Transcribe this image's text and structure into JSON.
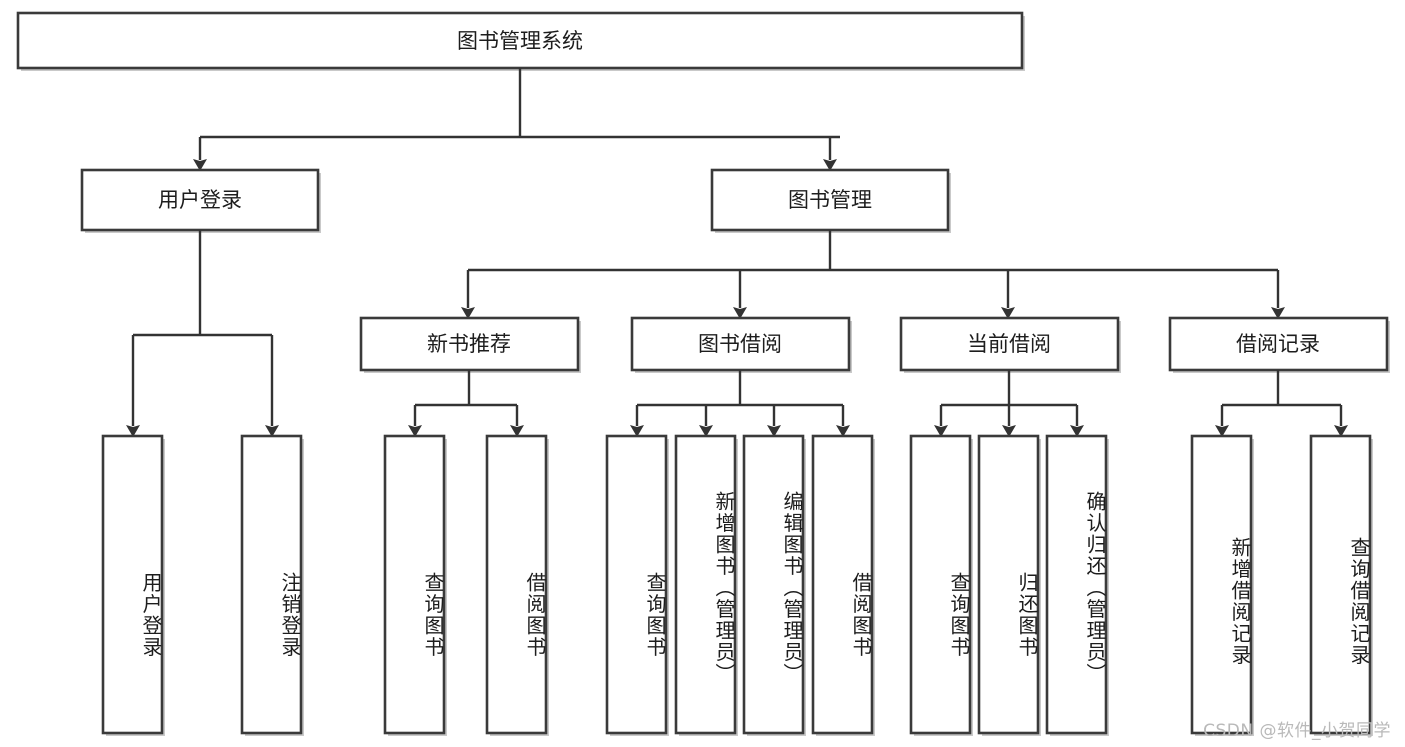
{
  "diagram": {
    "title": "图书管理系统",
    "type": "hierarchy-tree",
    "orientation": "top-down",
    "levels": 4,
    "colors": {
      "box_fill": "#ffffff",
      "box_stroke": "#3a3a3a",
      "connector": "#333333",
      "text": "#1d1d1d",
      "background": "#ffffff",
      "watermark": "#b9b9b9"
    }
  },
  "nodes": {
    "root": {
      "label": "图书管理系统",
      "level": 1
    },
    "level2": [
      {
        "id": "user-login",
        "label": "用户登录"
      },
      {
        "id": "book-management",
        "label": "图书管理"
      }
    ],
    "level3": [
      {
        "id": "new-book-recommend",
        "label": "新书推荐",
        "parent": "book-management"
      },
      {
        "id": "book-borrow",
        "label": "图书借阅",
        "parent": "book-management"
      },
      {
        "id": "current-borrow",
        "label": "当前借阅",
        "parent": "book-management"
      },
      {
        "id": "borrow-record",
        "label": "借阅记录",
        "parent": "book-management"
      }
    ],
    "leaves": [
      {
        "id": "leaf-user-login",
        "label": "用户登录",
        "parent": "user-login"
      },
      {
        "id": "leaf-logout-login",
        "label": "注销登录",
        "parent": "user-login"
      },
      {
        "id": "leaf-query-book-1",
        "label": "查询图书",
        "parent": "new-book-recommend"
      },
      {
        "id": "leaf-borrow-book-1",
        "label": "借阅图书",
        "parent": "new-book-recommend"
      },
      {
        "id": "leaf-query-book-2",
        "label": "查询图书",
        "parent": "book-borrow"
      },
      {
        "id": "leaf-add-book",
        "label": "新增图书（管理员）",
        "parent": "book-borrow"
      },
      {
        "id": "leaf-edit-book",
        "label": "编辑图书（管理员）",
        "parent": "book-borrow"
      },
      {
        "id": "leaf-borrow-book-2",
        "label": "借阅图书",
        "parent": "book-borrow"
      },
      {
        "id": "leaf-query-book-3",
        "label": "查询图书",
        "parent": "current-borrow"
      },
      {
        "id": "leaf-return-book",
        "label": "归还图书",
        "parent": "current-borrow"
      },
      {
        "id": "leaf-confirm-return",
        "label": "确认归还（管理员）",
        "parent": "current-borrow"
      },
      {
        "id": "leaf-add-record",
        "label": "新增借阅记录",
        "parent": "borrow-record"
      },
      {
        "id": "leaf-query-record",
        "label": "查询借阅记录",
        "parent": "borrow-record"
      }
    ]
  },
  "footer": {
    "watermark": "CSDN @软件_小贺同学"
  }
}
